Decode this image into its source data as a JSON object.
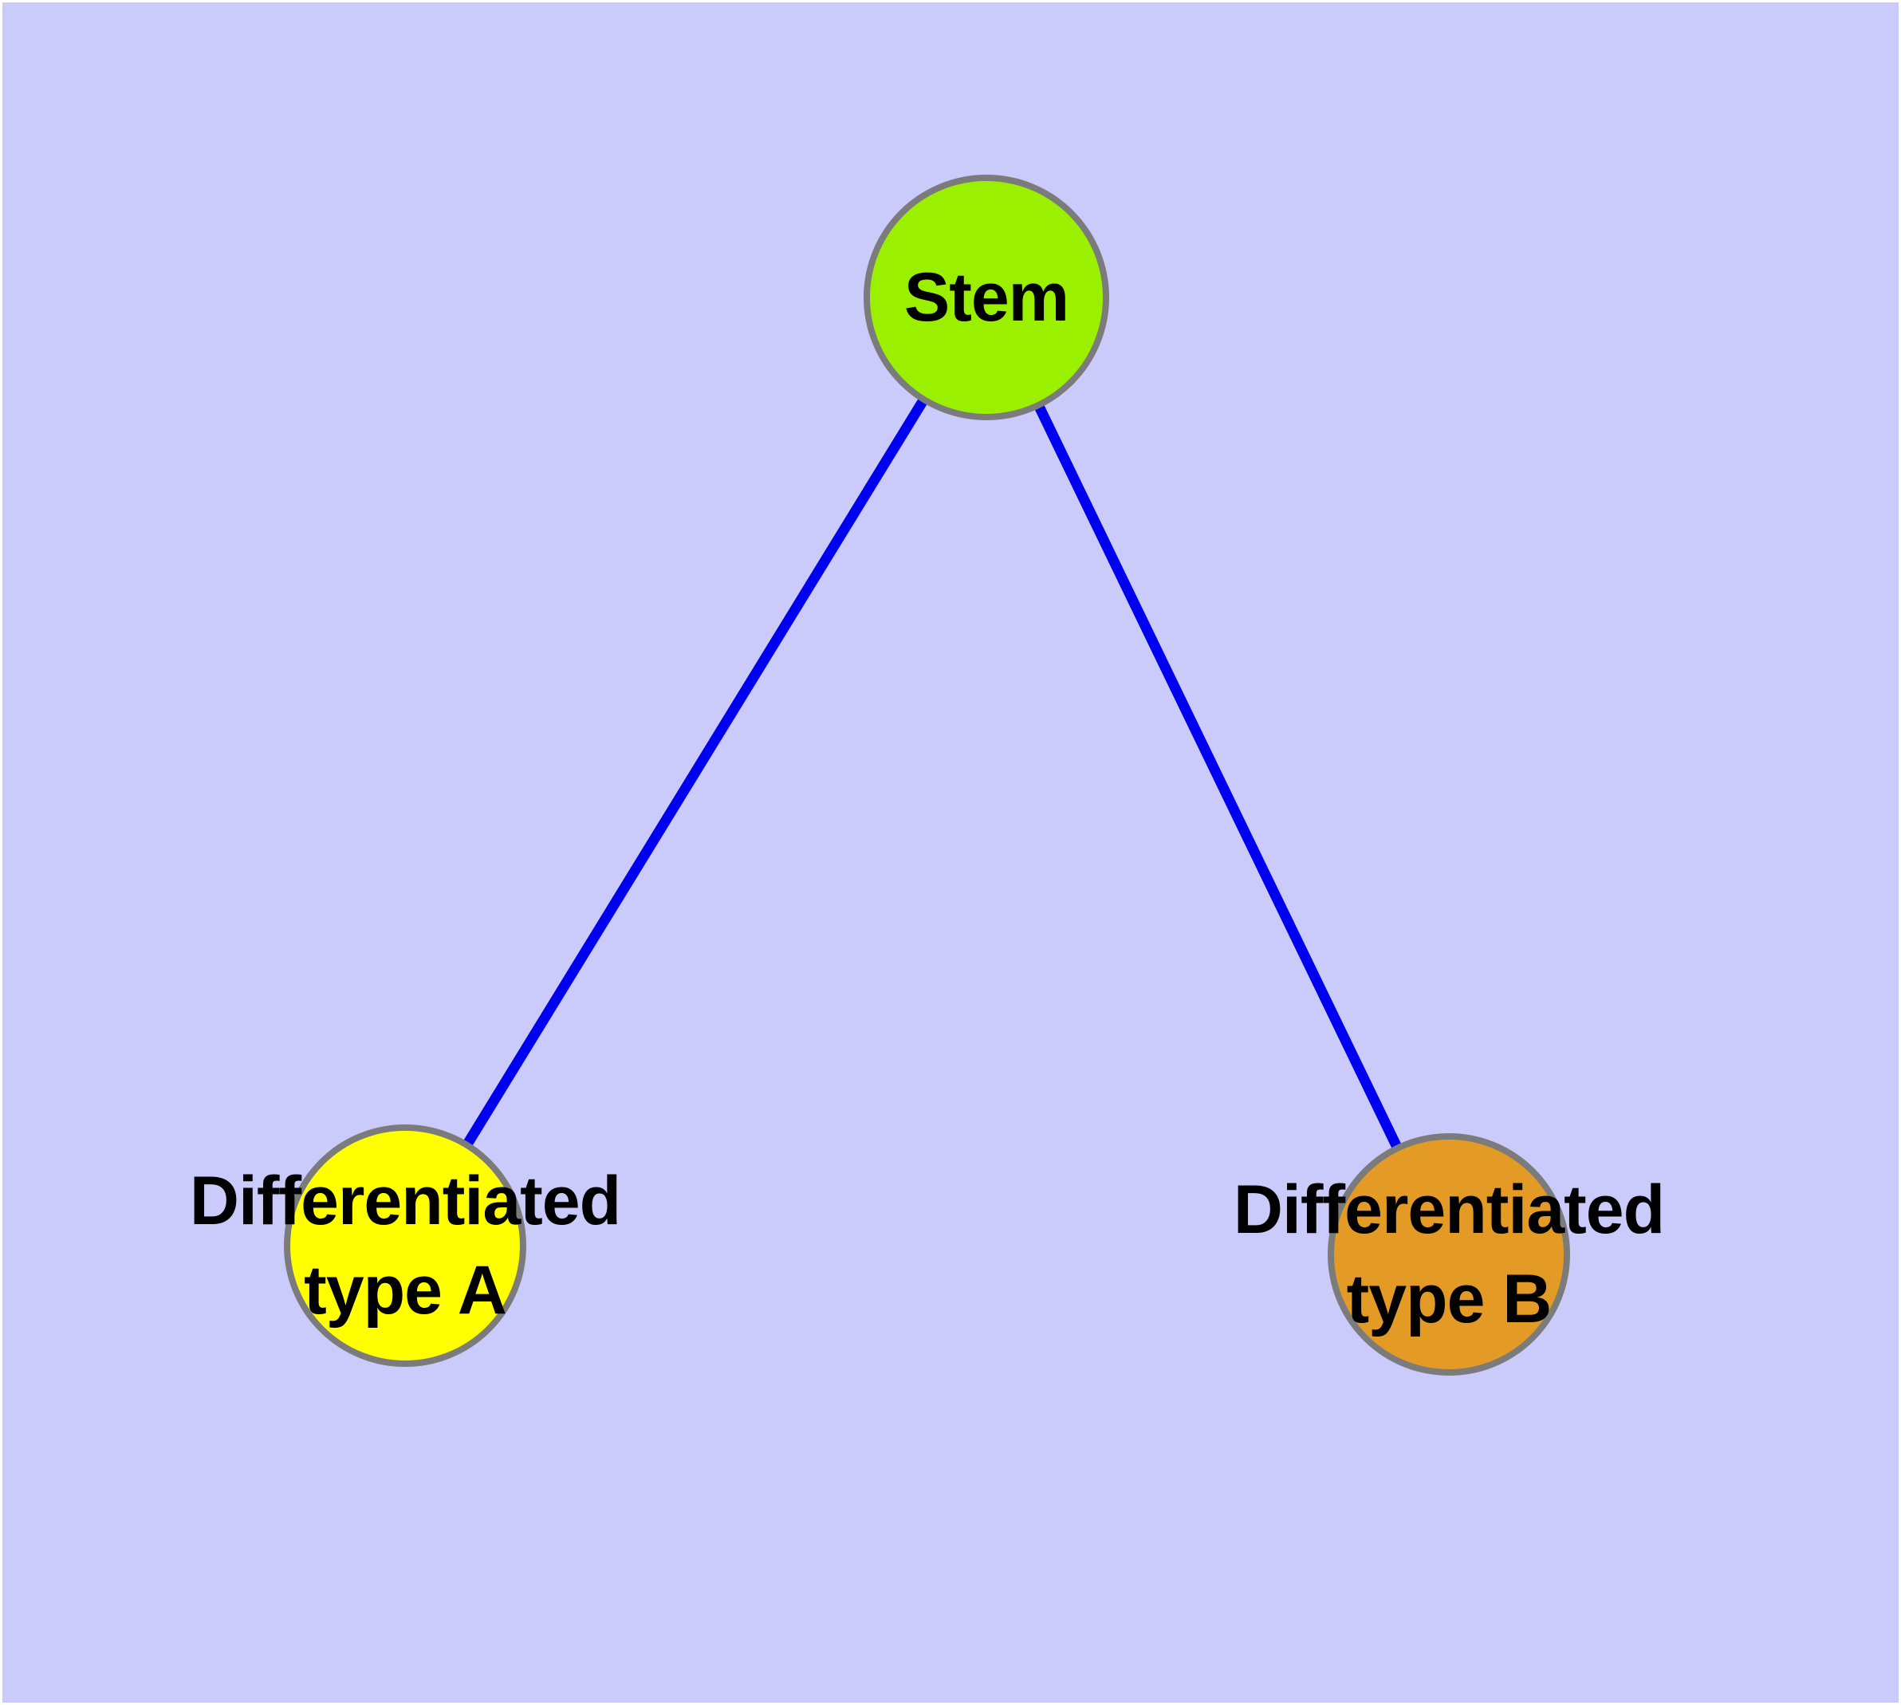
{
  "figure": {
    "background_color": "#cacafb",
    "frame_color": "#ffffff"
  },
  "edges": {
    "color": "#0000f0",
    "items": [
      {
        "from": "stem",
        "to": "differentiated-type-a"
      },
      {
        "from": "stem",
        "to": "differentiated-type-b"
      }
    ]
  },
  "nodes": {
    "stem": {
      "label": "Stem",
      "fill": "#9bf000",
      "stroke": "#7b7b7b"
    },
    "type_a": {
      "line1": "Differentiated",
      "line2": "type A",
      "fill": "#ffff00",
      "stroke": "#7b7b7b"
    },
    "type_b": {
      "line1": "Differentiated",
      "line2": "type B",
      "fill": "#e49b26",
      "stroke": "#7b7b7b"
    }
  }
}
